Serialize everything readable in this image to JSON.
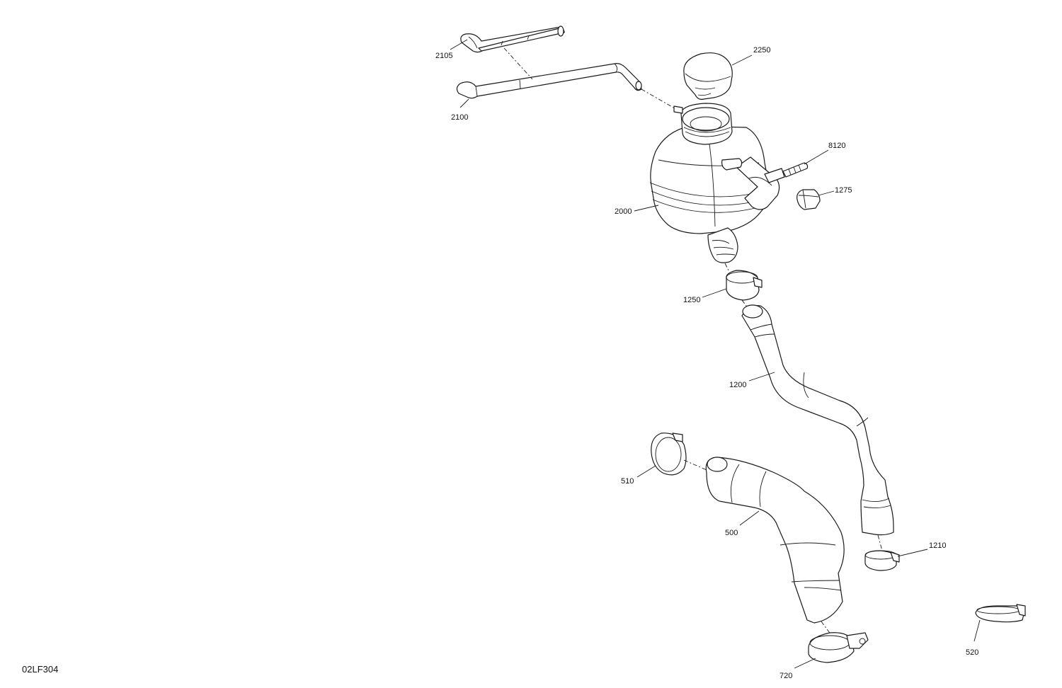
{
  "drawing_ref": "02LF304",
  "callouts": {
    "c2105": "2105",
    "c2250": "2250",
    "c2100": "2100",
    "c8120": "8120",
    "c1275": "1275",
    "c2000": "2000",
    "c1250": "1250",
    "c1200": "1200",
    "c510": "510",
    "c500": "500",
    "c1210": "1210",
    "c520": "520",
    "c720": "720"
  }
}
